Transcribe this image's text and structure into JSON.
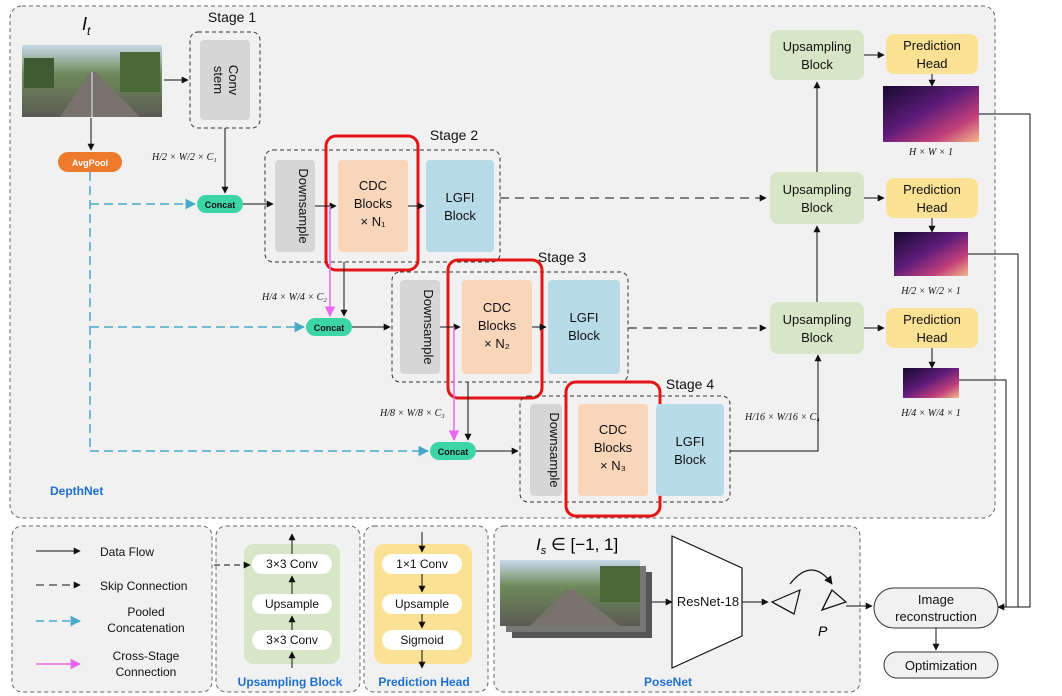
{
  "depthnet": {
    "caption": "DepthNet",
    "input_label": "I",
    "input_sub": "t",
    "avgpool": "AvgPool",
    "concat": "Concat",
    "stage1": {
      "title": "Stage 1",
      "conv_line1": "Conv",
      "conv_line2": "stem",
      "dims": "H/2 × W/2 × C₁"
    },
    "stage2": {
      "title": "Stage 2",
      "downsample": "Downsample",
      "cdc1": "CDC",
      "cdc2": "Blocks",
      "cdc3": "× N₁",
      "lgfi1": "LGFI",
      "lgfi2": "Block",
      "dims": "H/4 × W/4 × C₂"
    },
    "stage3": {
      "title": "Stage 3",
      "downsample": "Downsample",
      "cdc1": "CDC",
      "cdc2": "Blocks",
      "cdc3": "× N₂",
      "lgfi1": "LGFI",
      "lgfi2": "Block",
      "dims": "H/8 × W/8 × C₃"
    },
    "stage4": {
      "title": "Stage 4",
      "downsample": "Downsample",
      "cdc1": "CDC",
      "cdc2": "Blocks",
      "cdc3": "× N₃",
      "lgfi1": "LGFI",
      "lgfi2": "Block",
      "dims": "H/16 × W/16 × C₄"
    },
    "upsampling_line1": "Upsampling",
    "upsampling_line2": "Block",
    "prediction_line1": "Prediction",
    "prediction_line2": "Head",
    "out1_dims": "H × W × 1",
    "out2_dims": "H/2 × W/2 × 1",
    "out3_dims": "H/4 × W/4 × 1"
  },
  "legend": {
    "data_flow": "Data Flow",
    "skip_connection": "Skip Connection",
    "pooled_line1": "Pooled",
    "pooled_line2": "Concatenation",
    "cross_line1": "Cross-Stage",
    "cross_line2": "Connection"
  },
  "upsampling_detail": {
    "caption": "Upsampling Block",
    "conv_top": "3×3 Conv",
    "upsample": "Upsample",
    "conv_bottom": "3×3 Conv"
  },
  "prediction_detail": {
    "caption": "Prediction Head",
    "conv": "1×1 Conv",
    "upsample": "Upsample",
    "sigmoid": "Sigmoid"
  },
  "posenet": {
    "caption": "PoseNet",
    "input_label": "I",
    "input_sub": "s",
    "input_range": " ∈ [−1, 1]",
    "encoder": "ResNet-18",
    "pose_label": "P"
  },
  "image_reconstruction_line1": "Image",
  "image_reconstruction_line2": "reconstruction",
  "optimization": "Optimization",
  "colors": {
    "cdc": "#f9d5b9",
    "lgfi": "#b8dbe9",
    "upsampling": "#d7e6c6",
    "prediction": "#fbe193",
    "concat": "#3cd6a6",
    "avgpool": "#ee7a2c",
    "highlight": "#e31515",
    "pooled_line": "#4aa9c9",
    "cross_line": "#ee66ee",
    "caption": "#1f6fd1"
  }
}
